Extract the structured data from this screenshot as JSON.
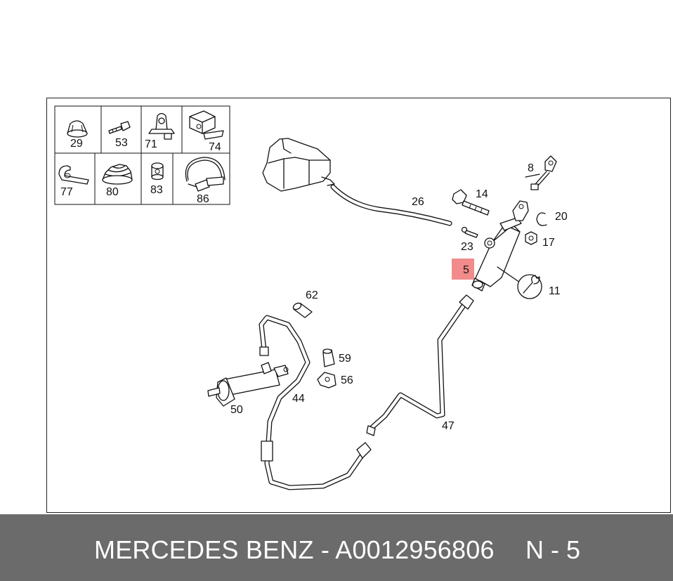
{
  "legend": {
    "cells": [
      {
        "label": "29",
        "icon": "grommet-icon"
      },
      {
        "label": "53",
        "icon": "bolt-icon"
      },
      {
        "label": "71",
        "icon": "clip-icon"
      },
      {
        "label": "74",
        "icon": "bracket-icon"
      },
      {
        "label": "77",
        "icon": "clamp-icon"
      },
      {
        "label": "80",
        "icon": "bellows-icon"
      },
      {
        "label": "83",
        "icon": "bushing-icon"
      },
      {
        "label": "86",
        "icon": "hose-clamp-icon"
      }
    ]
  },
  "callouts": {
    "c5": "5",
    "c8": "8",
    "c11": "11",
    "c14": "14",
    "c17": "17",
    "c20": "20",
    "c23": "23",
    "c26": "26",
    "c44": "44",
    "c47": "47",
    "c50": "50",
    "c56": "56",
    "c59": "59",
    "c62": "62"
  },
  "highlight_color": "#f28b8b",
  "footer": {
    "title": "MERCEDES BENZ - A0012956806",
    "code": "N - 5"
  }
}
